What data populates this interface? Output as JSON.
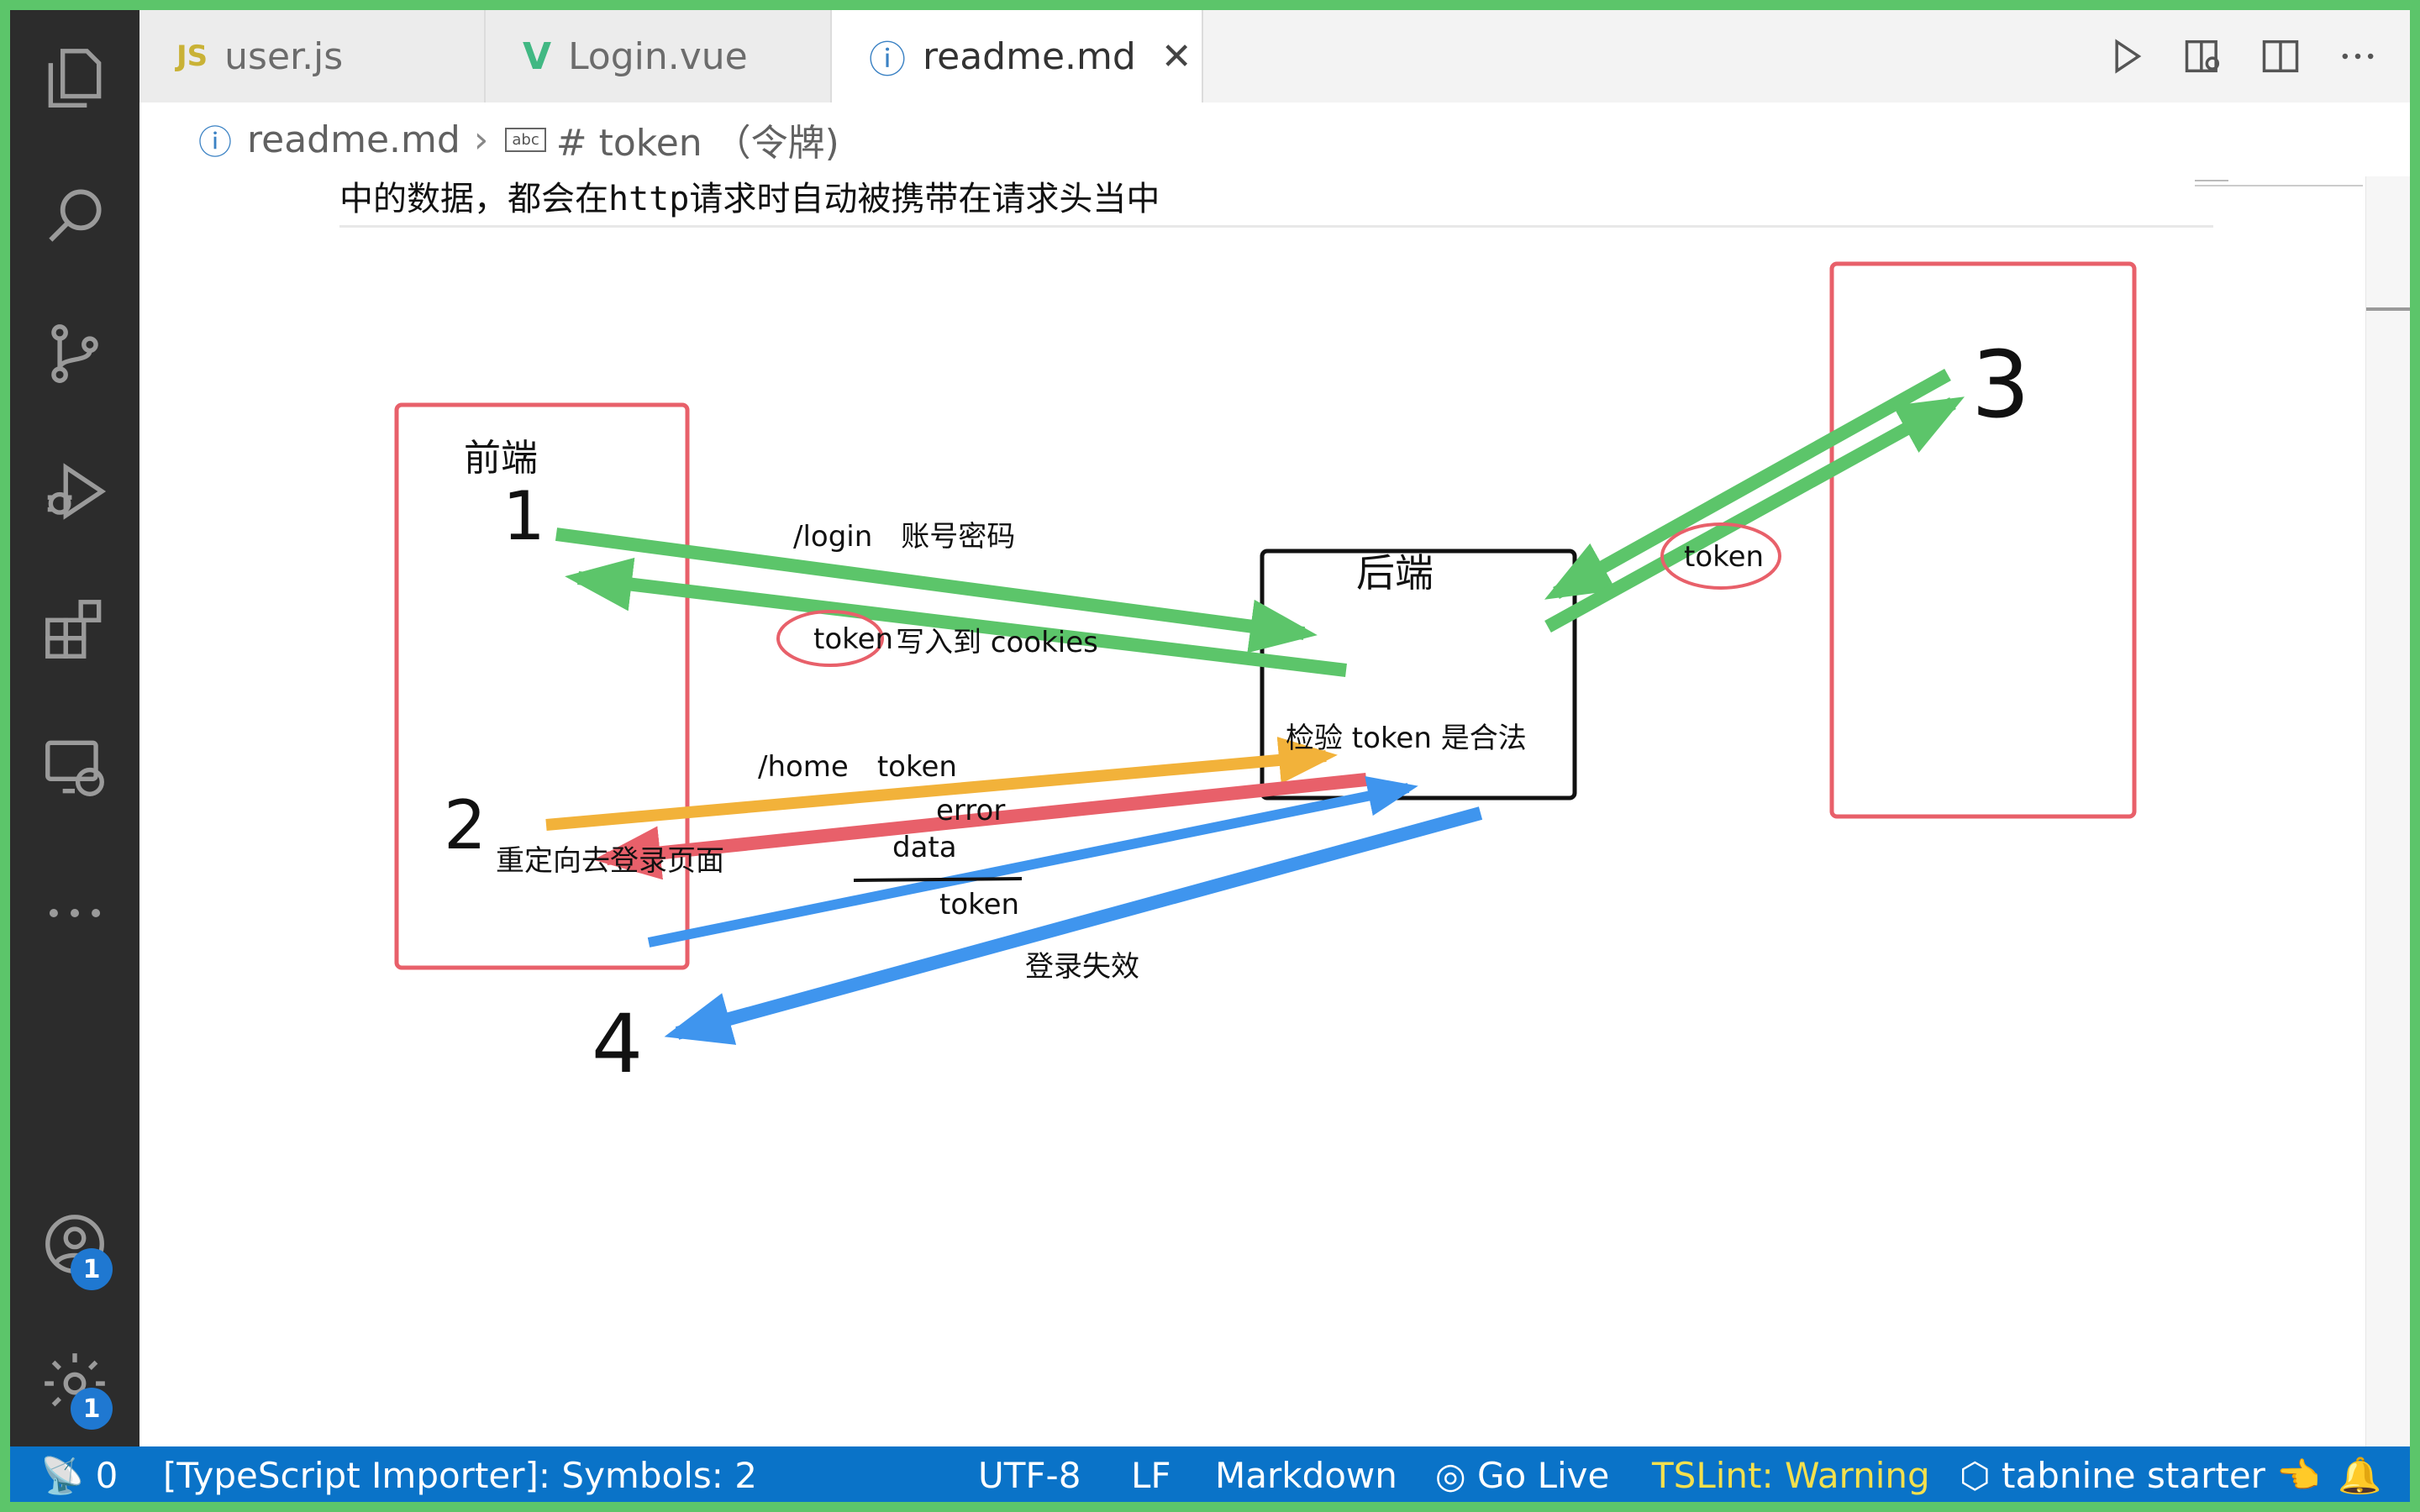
{
  "tabs": [
    {
      "icon": "JS",
      "label": "user.js"
    },
    {
      "icon": "V",
      "label": "Login.vue"
    },
    {
      "icon": "ⓘ",
      "label": "readme.md",
      "close": "✕"
    }
  ],
  "breadcrumb": {
    "file": "readme.md",
    "symbol": "# token （令牌)"
  },
  "editor": {
    "text_line": "中的数据，都会在http请求时自动被携带在请求头当中"
  },
  "diagram": {
    "frontend": "前端",
    "backend": "后端",
    "num1": "1",
    "num2": "2",
    "num3": "3",
    "num4": "4",
    "login": "/login　账号密码",
    "token_circled": "token",
    "write_cookies": "写入到 cookies",
    "home_token": "/home　token",
    "error": "error",
    "data": "data",
    "redirect": "重定向去登录页面",
    "token_blue": "token",
    "login_invalid": "登录失效",
    "check": "检验 token 是合法",
    "token_right": "token"
  },
  "activity": {
    "accounts_badge": "1",
    "settings_badge": "1"
  },
  "status": {
    "ports": "0",
    "importer": "[TypeScript Importer]: Symbols: 2",
    "encoding": "UTF-8",
    "eol": "LF",
    "language": "Markdown",
    "golive": "Go Live",
    "tslint": "TSLint: Warning",
    "tabnine": "tabnine starter 👈"
  },
  "colors": {
    "green": "#5cc56a",
    "red": "#e8606a",
    "orange": "#f2b23a",
    "blue": "#3f95ee",
    "status": "#0a73c8"
  }
}
